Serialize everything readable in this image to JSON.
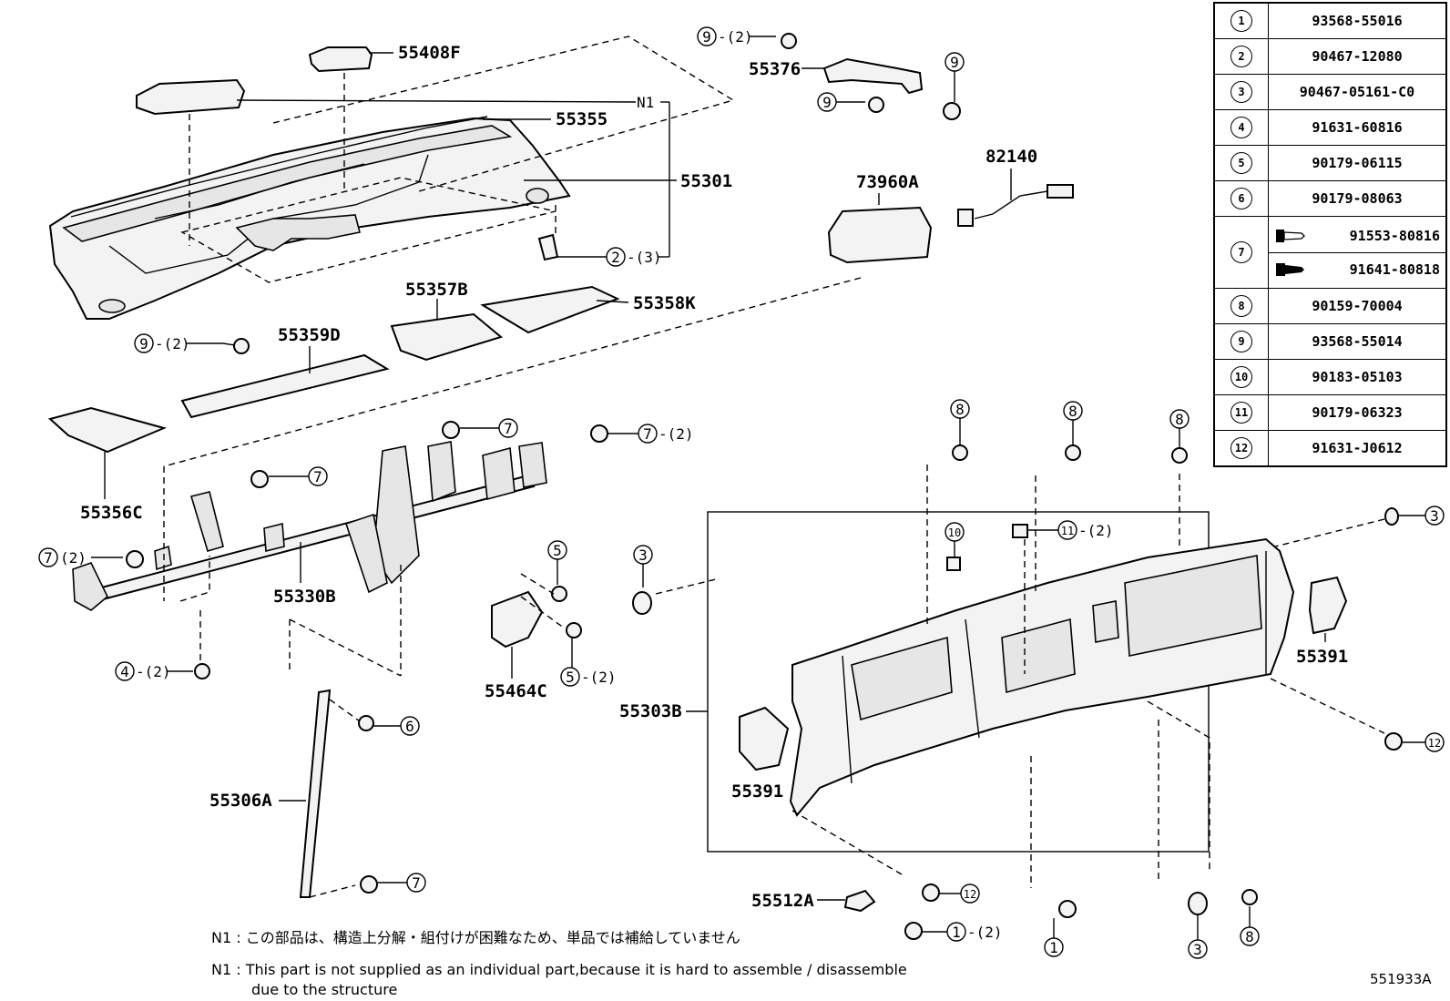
{
  "labels": {
    "p55408F": "55408F",
    "p55355": "55355",
    "p55301": "55301",
    "n1": "N1",
    "p55376": "55376",
    "p82140": "82140",
    "p73960A": "73960A",
    "p55357B": "55357B",
    "p55358K": "55358K",
    "p55359D": "55359D",
    "p55356C": "55356C",
    "p55330B": "55330B",
    "p55464C": "55464C",
    "p55303B": "55303B",
    "p55391_right": "55391",
    "p55391_left": "55391",
    "p55306A": "55306A",
    "p55512A": "55512A"
  },
  "callouts": {
    "c_9_2_top": "9",
    "q_9_2_top": "-(2)",
    "c_9_mid": "9",
    "c_9_right": "9",
    "c_2_3": "2",
    "q_2_3": "-(3)",
    "c_9_2_left": "9",
    "q_9_2_left": "-(2)",
    "c_7_a": "7",
    "c_7_b": "7",
    "q_7_b": "-(2)",
    "c_7_c": "7",
    "c_7_d": "7",
    "q_7_d": "(2)",
    "c_4_2": "4",
    "q_4_2": "-(2)",
    "c_5": "5",
    "c_5_2": "5",
    "q_5_2": "-(2)",
    "c_3_a": "3",
    "c_3_b": "3",
    "c_3_c": "3",
    "c_6": "6",
    "c_7_e": "7",
    "c_8_a": "8",
    "c_8_b": "8",
    "c_8_c": "8",
    "c_8_d": "8",
    "c_10": "10",
    "c_11_2": "11",
    "q_11_2": "-(2)",
    "c_12_a": "12",
    "c_12_b": "12",
    "c_1_2": "1",
    "q_1_2": "-(2)",
    "c_1_b": "1"
  },
  "reference_table": [
    {
      "num": "1",
      "part": "93568-55016"
    },
    {
      "num": "2",
      "part": "90467-12080"
    },
    {
      "num": "3",
      "part": "90467-05161-C0"
    },
    {
      "num": "4",
      "part": "91631-60816"
    },
    {
      "num": "5",
      "part": "90179-06115"
    },
    {
      "num": "6",
      "part": "90179-08063"
    },
    {
      "num": "7",
      "parts": [
        "91553-80816",
        "91641-80818"
      ]
    },
    {
      "num": "8",
      "part": "90159-70004"
    },
    {
      "num": "9",
      "part": "93568-55014"
    },
    {
      "num": "10",
      "part": "90183-05103"
    },
    {
      "num": "11",
      "part": "90179-06323"
    },
    {
      "num": "12",
      "part": "91631-J0612"
    }
  ],
  "notes": {
    "n1_jp_prefix": "N1 :",
    "n1_jp": "この部品は、構造上分解・組付けが困難なため、単品では補給していません",
    "n1_en_prefix": "N1 :",
    "n1_en_line1": "This part is not supplied as an individual part,because it is hard to assemble / disassemble",
    "n1_en_line2": "due to the structure"
  },
  "diagram_code": "551933A"
}
